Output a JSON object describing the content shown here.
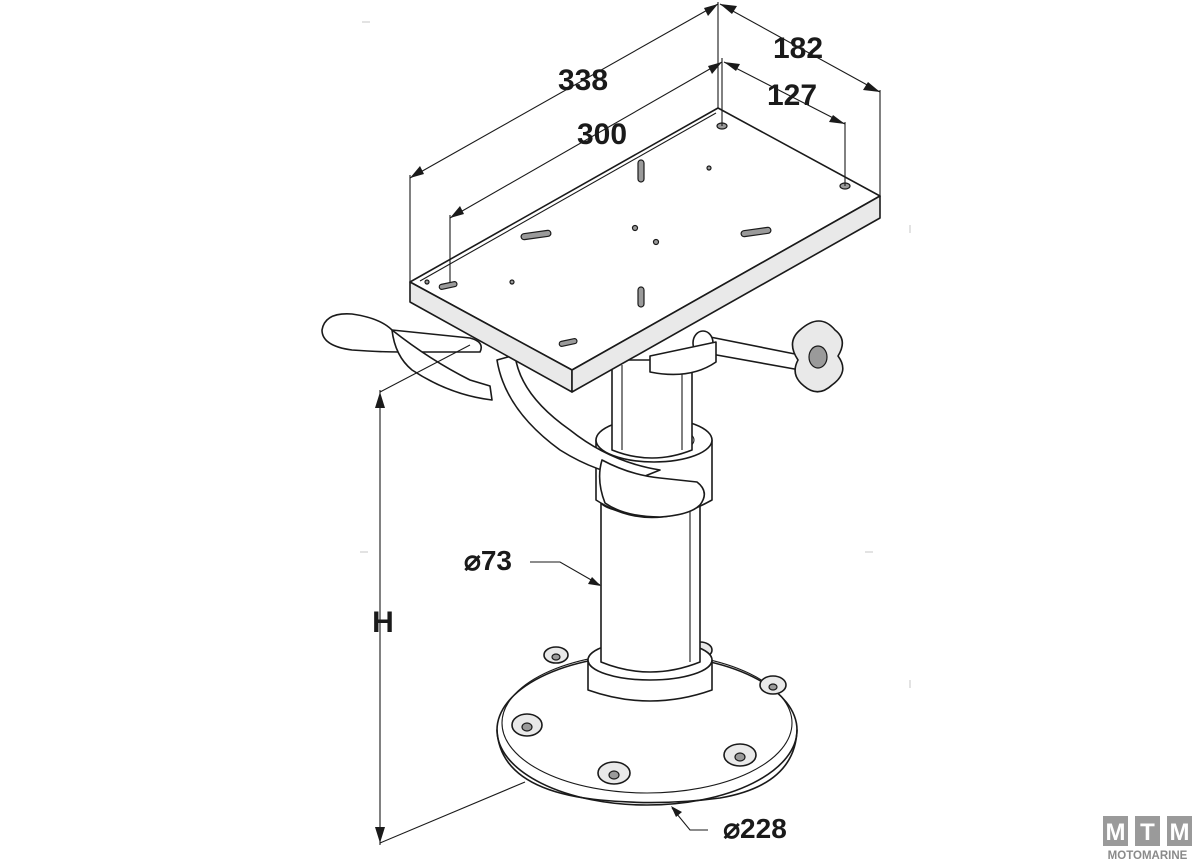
{
  "diagram": {
    "dimensions": {
      "overall_length": "338",
      "overall_width": "182",
      "hole_spacing_length": "300",
      "hole_spacing_width": "127",
      "column_diameter": "⌀73",
      "base_diameter": "⌀228",
      "height": "H"
    }
  },
  "logo": {
    "letters": [
      "M",
      "T",
      "M"
    ],
    "text": "MOTOMARINE",
    "tile_color": "#9a9a9a"
  },
  "colors": {
    "line": "#1a1a1a",
    "background": "#ffffff"
  }
}
